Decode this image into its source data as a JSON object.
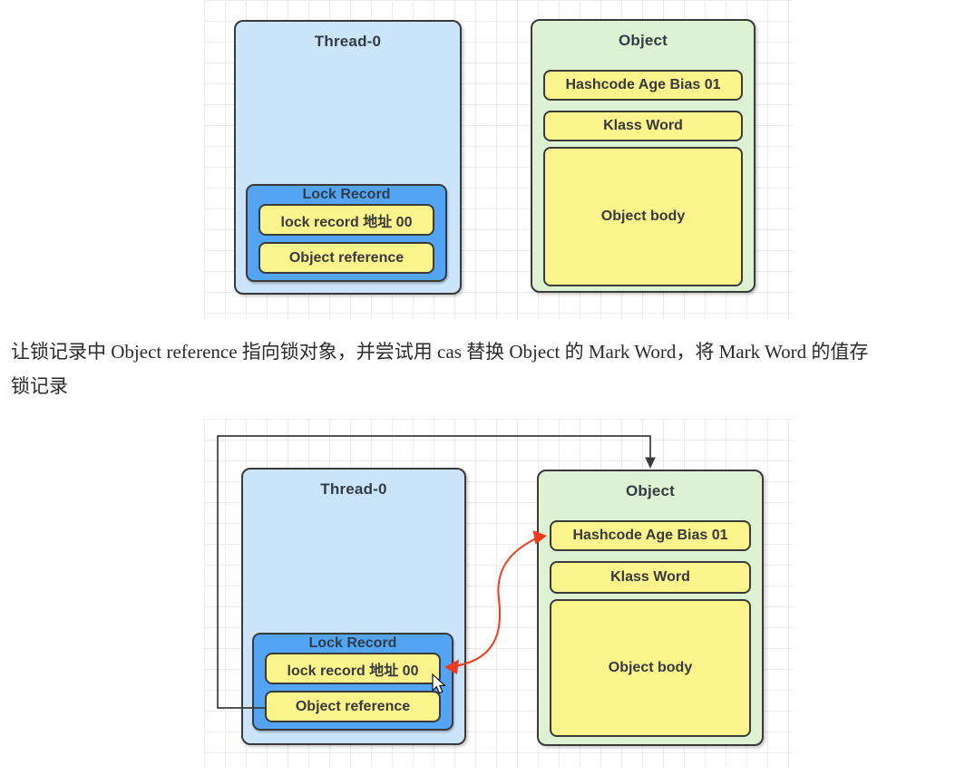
{
  "colors": {
    "thread_fill": "#cce4fa",
    "lock_record_fill": "#53a4f3",
    "yellow_fill": "#fbf48d",
    "object_fill": "#ddf2d2",
    "box_border": "#3a3a3a",
    "red_arrow": "#f23a1e",
    "black_arrow": "#3c3c3c",
    "grid_line": "#ececec"
  },
  "paragraph": {
    "line1": "让锁记录中 Object reference 指向锁对象，并尝试用 cas 替换 Object 的 Mark Word，将 Mark Word 的值存",
    "line2": "锁记录"
  },
  "diagram_top": {
    "thread": {
      "title": "Thread-0",
      "lock_record": {
        "title": "Lock Record",
        "rows": [
          "lock record 地址 00",
          "Object reference"
        ]
      }
    },
    "object": {
      "title": "Object",
      "rows": [
        "Hashcode Age Bias 01",
        "Klass Word"
      ],
      "body": "Object body"
    }
  },
  "diagram_bottom": {
    "thread": {
      "title": "Thread-0",
      "lock_record": {
        "title": "Lock Record",
        "rows": [
          "lock record 地址 00",
          "Object reference"
        ]
      }
    },
    "object": {
      "title": "Object",
      "rows": [
        "Hashcode Age Bias 01",
        "Klass Word"
      ],
      "body": "Object body"
    },
    "arrows": {
      "thread_to_object": "object-reference-points-to-object",
      "cas_swap": "cas-exchange-lock-record-and-mark-word"
    }
  }
}
